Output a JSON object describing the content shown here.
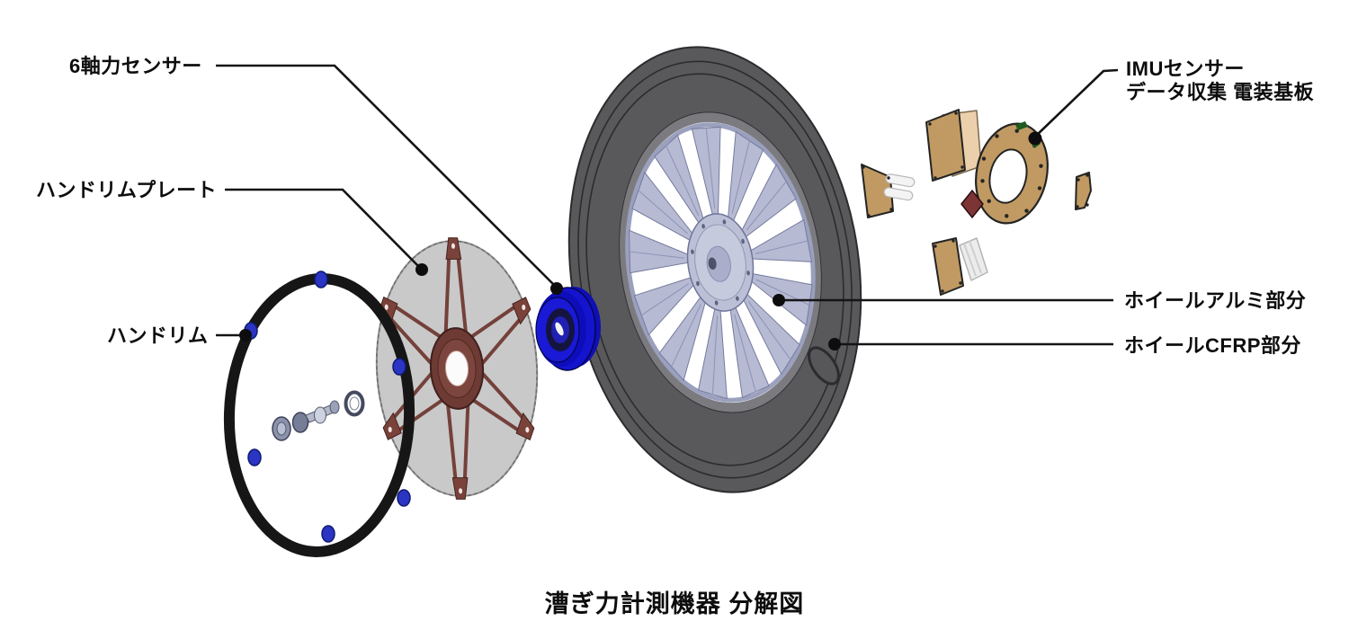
{
  "caption": "漕ぎ力計測機器 分解図",
  "labels": {
    "force_sensor": "6軸力センサー",
    "handrim_plate": "ハンドリムプレート",
    "handrim": "ハンドリム",
    "imu_line1": "IMUセンサー",
    "imu_line2": "データ収集 電装基板",
    "wheel_aluminum": "ホイールアルミ部分",
    "wheel_cfrp": "ホイールCFRP部分"
  },
  "colors": {
    "handrim_black": "#161616",
    "nub_blue": "#2a35c4",
    "plate_gray": "#c9c9c9",
    "spoke_maroon": "#6e3a34",
    "sensor_blue": "#1414cf",
    "tire_gray": "#59595c",
    "aluminum_silver": "#b6bad3",
    "pcb_tan": "#c09a62",
    "pcb_peach": "#ecd0ab",
    "leader_black": "#141414"
  }
}
